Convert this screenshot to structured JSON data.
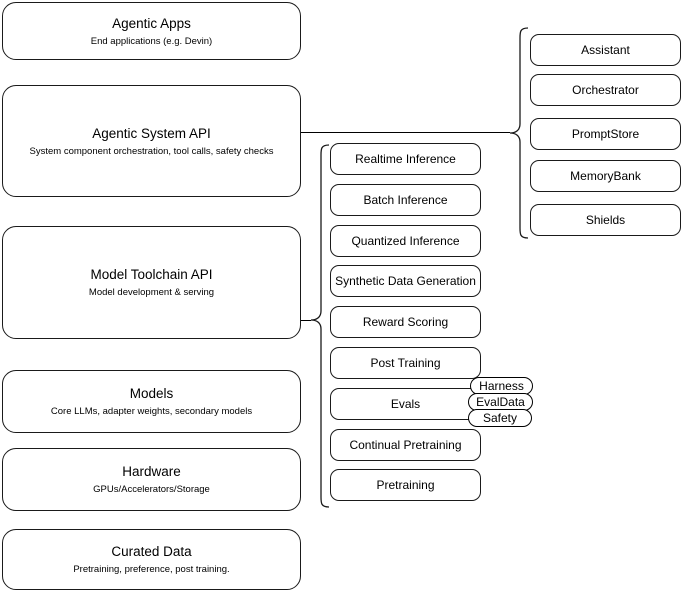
{
  "diagram": {
    "type": "layered-stack-diagram",
    "stroke_color": "#1a1a1a",
    "background_color": "#ffffff",
    "left_stack": [
      {
        "id": "agentic-apps",
        "title": "Agentic Apps",
        "subtitle": "End applications (e.g. Devin)"
      },
      {
        "id": "agentic-system-api",
        "title": "Agentic System API",
        "subtitle": "System component orchestration, tool calls, safety checks"
      },
      {
        "id": "model-toolchain-api",
        "title": "Model Toolchain API",
        "subtitle": "Model development & serving"
      },
      {
        "id": "models",
        "title": "Models",
        "subtitle": "Core LLMs, adapter weights, secondary models"
      },
      {
        "id": "hardware",
        "title": "Hardware",
        "subtitle": "GPUs/Accelerators/Storage"
      },
      {
        "id": "curated-data",
        "title": "Curated Data",
        "subtitle": "Pretraining, preference, post training."
      }
    ],
    "middle_column": {
      "parent": "Model Toolchain API",
      "items": [
        {
          "id": "realtime-inference",
          "label": "Realtime Inference"
        },
        {
          "id": "batch-inference",
          "label": "Batch Inference"
        },
        {
          "id": "quantized-inference",
          "label": "Quantized Inference"
        },
        {
          "id": "synthetic-data-generation",
          "label": "Synthetic Data Generation"
        },
        {
          "id": "reward-scoring",
          "label": "Reward Scoring"
        },
        {
          "id": "post-training",
          "label": "Post Training"
        },
        {
          "id": "evals",
          "label": "Evals"
        },
        {
          "id": "continual-pretraining",
          "label": "Continual Pretraining"
        },
        {
          "id": "pretraining",
          "label": "Pretraining"
        }
      ]
    },
    "right_column": {
      "parent": "Agentic System API",
      "items": [
        {
          "id": "assistant",
          "label": "Assistant"
        },
        {
          "id": "orchestrator",
          "label": "Orchestrator"
        },
        {
          "id": "promptstore",
          "label": "PromptStore"
        },
        {
          "id": "memorybank",
          "label": "MemoryBank"
        },
        {
          "id": "shields",
          "label": "Shields"
        }
      ]
    },
    "evals_pills": [
      {
        "id": "harness",
        "label": "Harness"
      },
      {
        "id": "evaldata",
        "label": "EvalData"
      },
      {
        "id": "safety",
        "label": "Safety"
      }
    ]
  }
}
